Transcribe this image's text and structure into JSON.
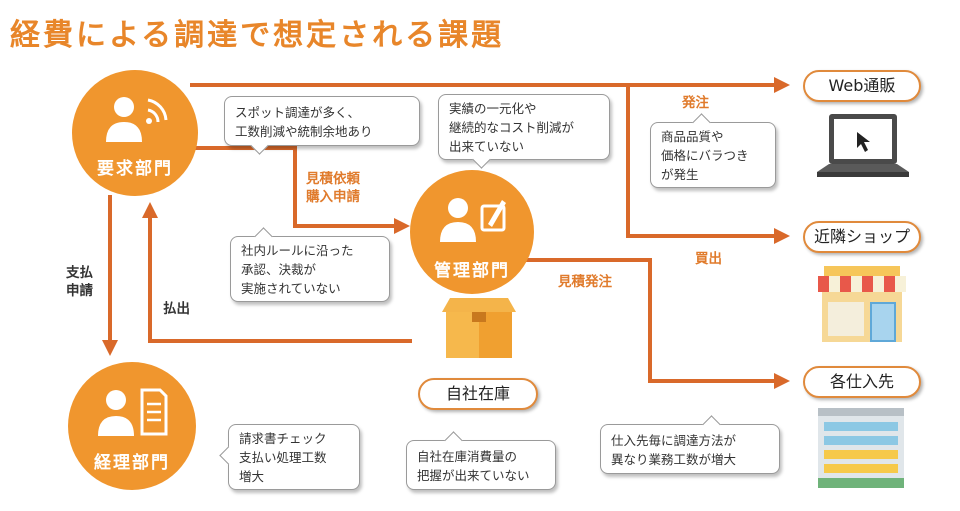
{
  "title": "経費による調達で想定される課題",
  "nodes": {
    "request": "要求部門",
    "management": "管理部門",
    "accounting": "経理部門",
    "web_shop": "Web通販",
    "nearby_shop": "近隣ショップ",
    "suppliers": "各仕入先",
    "own_stock": "自社在庫"
  },
  "edges": {
    "order": "発注",
    "estimate_request": [
      "見積依頼",
      "購入申請"
    ],
    "buy_out": "買出",
    "estimate_order": "見積発注",
    "expense_claim": [
      "支払",
      "申請"
    ],
    "payout": "払出"
  },
  "issues": {
    "spot": [
      "スポット調達が多く、",
      "工数削減や統制余地あり"
    ],
    "centralize": [
      "実績の一元化や",
      "継続的なコスト削減が",
      "出来ていない"
    ],
    "quality": [
      "商品品質や",
      "価格にバラつき",
      "が発生"
    ],
    "rules": [
      "社内ルールに沿った",
      "承認、決裁が",
      "実施されていない"
    ],
    "invoice": [
      "請求書チェック",
      "支払い処理工数",
      "増大"
    ],
    "stock": [
      "自社在庫消費量の",
      "把握が出来ていない"
    ],
    "supplier": [
      "仕入先毎に調達方法が",
      "異なり業務工数が増大"
    ]
  },
  "colors": {
    "accent": "#e8862a",
    "arrow": "#d9692a",
    "circle": "#f0962e"
  }
}
